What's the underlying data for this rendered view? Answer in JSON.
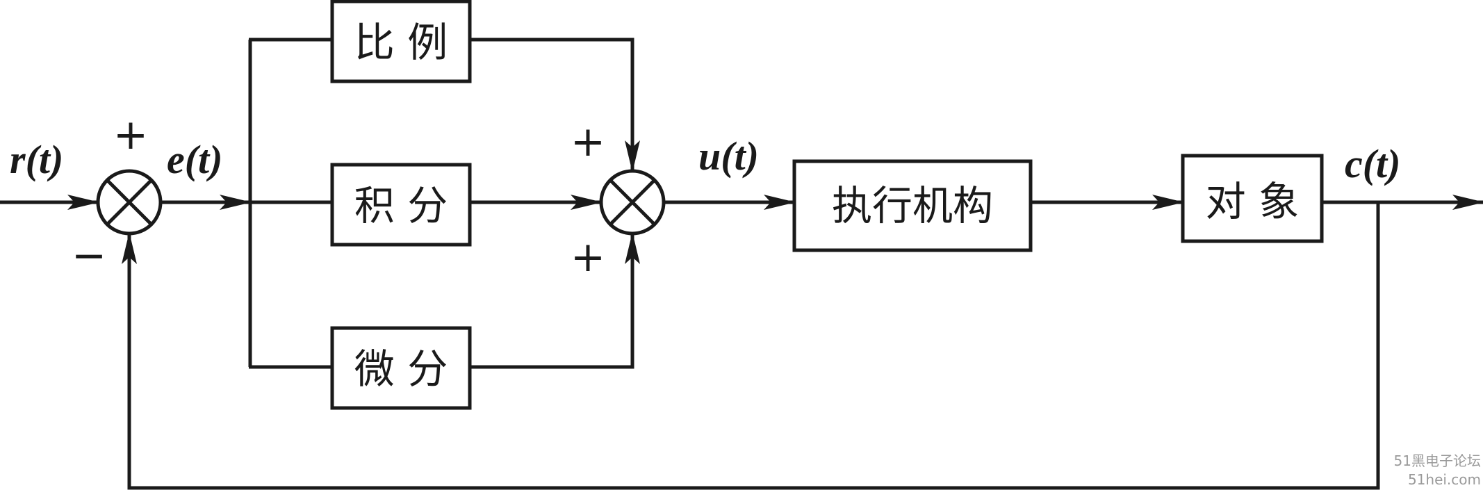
{
  "blocks": {
    "proportional": "比 例",
    "integral": "积 分",
    "derivative": "微 分",
    "actuator": "执行机构",
    "plant": "对 象"
  },
  "signals": {
    "reference": "r(t)",
    "error": "e(t)",
    "control": "u(t)",
    "output": "c(t)"
  },
  "signs": {
    "sum1_plus": "+",
    "sum1_minus": "−",
    "sum2_top_plus": "+",
    "sum2_bottom_plus": "+"
  },
  "watermark": {
    "line1": "51黑电子论坛",
    "line2": "51hei.com"
  }
}
